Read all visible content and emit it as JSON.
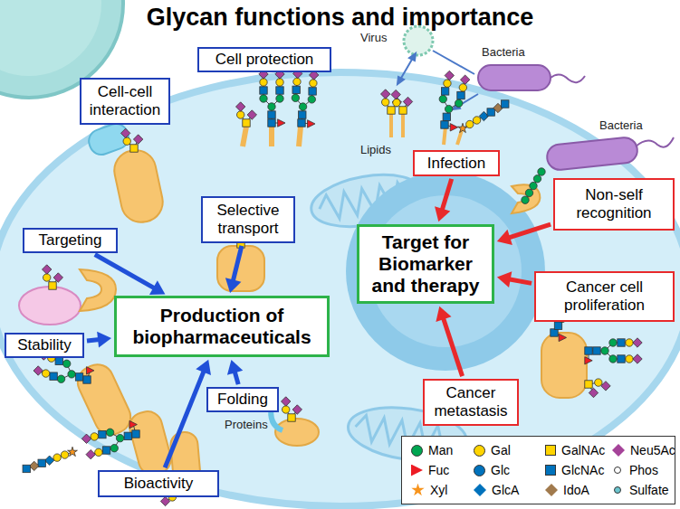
{
  "diagram": {
    "title": "Glycan functions and importance",
    "nodes": [
      {
        "text": [
          "Cell protection"
        ]
      },
      {
        "text": [
          "Cell-cell interaction"
        ]
      },
      {
        "text": [
          "Selective transport"
        ]
      },
      {
        "text": [
          "Targeting"
        ]
      },
      {
        "text": [
          "Production of biopharmaceuticals"
        ]
      },
      {
        "text": [
          "Stability"
        ]
      },
      {
        "text": [
          "Folding"
        ]
      },
      {
        "text": [
          "Bioactivity"
        ]
      },
      {
        "text": [
          "Infection"
        ]
      },
      {
        "text": [
          "Target for Biomarker and therapy"
        ]
      },
      {
        "text": [
          "Non-self recognition"
        ]
      },
      {
        "text": [
          "Cancer cell proliferation"
        ]
      },
      {
        "text": [
          "Cancer metastasis"
        ]
      }
    ],
    "edges": [
      {
        "from": 3,
        "to": 4,
        "arrow": "to"
      },
      {
        "from": 2,
        "to": 4,
        "arrow": "to"
      },
      {
        "from": 5,
        "to": 4,
        "arrow": "to"
      },
      {
        "from": 6,
        "to": 4,
        "arrow": "to"
      },
      {
        "from": 7,
        "to": 4,
        "arrow": "to"
      },
      {
        "from": 8,
        "to": 9,
        "arrow": "to"
      },
      {
        "from": 10,
        "to": 9,
        "arrow": "to"
      },
      {
        "from": 11,
        "to": 9,
        "arrow": "to"
      },
      {
        "from": 12,
        "to": 9,
        "arrow": "to"
      }
    ],
    "labels": [
      "Virus",
      "Bacteria",
      "Bacteria",
      "Lipids",
      "Proteins"
    ],
    "legend": [
      {
        "text": "Man",
        "color": "#00a651"
      },
      {
        "text": "Gal",
        "color": "#ffd400"
      },
      {
        "text": "GalNAc",
        "color": "#ffd400"
      },
      {
        "text": "Neu5Ac",
        "color": "#a54399"
      },
      {
        "text": "Fuc",
        "color": "#ed1c24"
      },
      {
        "text": "Glc",
        "color": "#0072bc"
      },
      {
        "text": "GlcNAc",
        "color": "#0072bc"
      },
      {
        "text": "Phos",
        "color": "#ffffff"
      },
      {
        "text": "Xyl",
        "color": "#f7941d"
      },
      {
        "text": "GlcA",
        "color": "#0072bc"
      },
      {
        "text": "IdoA",
        "color": "#a17a4d"
      },
      {
        "text": "Sulfate",
        "color": "#6cc6cf"
      }
    ]
  }
}
